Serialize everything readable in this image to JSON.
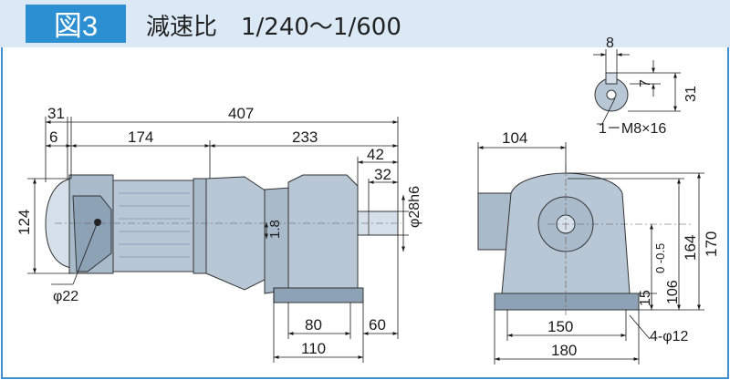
{
  "header": {
    "figure_label": "図3",
    "title": "減速比　1/240～1/600"
  },
  "colors": {
    "header_blue": "#2b8fd2",
    "header_band": "#dbe9f6",
    "frame": "#3f8fd0",
    "motor_body": "#b8c7d6",
    "motor_dark": "#8ea2b6",
    "motor_light": "#d6e0ea",
    "line": "#1a1a1a"
  },
  "side_view": {
    "total_length": "407",
    "flange_offset": "31",
    "inner_offset": "6",
    "motor_length": "174",
    "gear_length": "233",
    "shaft_length": "42",
    "key_length": "32",
    "shaft_dia": "φ28h6",
    "height": "124",
    "cable_gland": "φ22",
    "key_depth": "1.8",
    "foot_inner": "80",
    "foot_outer": "110",
    "foot_offset": "60"
  },
  "front_view": {
    "offset": "104",
    "shaft_height": "106",
    "shaft_height_tol": "0 -0.5",
    "base_height": "15",
    "top_height": "164",
    "total_height": "170",
    "foot_inner": "150",
    "foot_outer": "180",
    "holes": "4-φ12"
  },
  "shaft_detail": {
    "key_width": "8",
    "key_height": "7",
    "shaft_height": "31",
    "tap": "1－M8×16"
  }
}
